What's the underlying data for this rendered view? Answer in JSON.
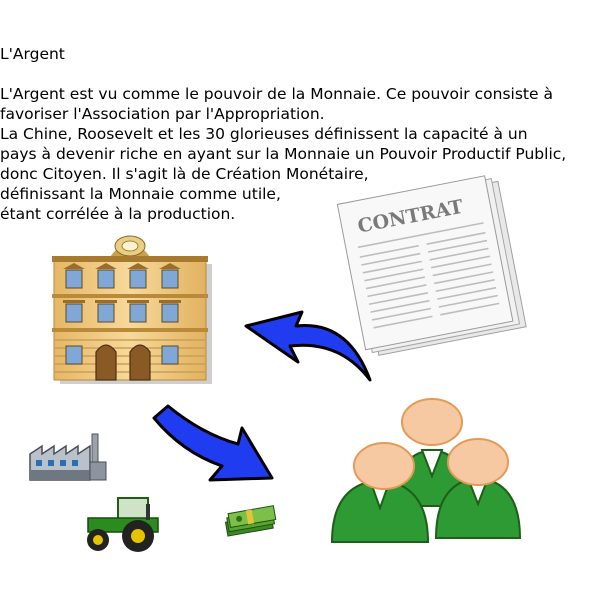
{
  "title": "L'Argent",
  "paragraph_lines": [
    "L'Argent est vu comme le pouvoir de la Monnaie. Ce pouvoir consiste à",
    "favoriser l'Association par l'Appropriation.",
    "La Chine, Roosevelt et les 30 glorieuses définissent la capacité à un",
    "pays à devenir riche en ayant sur la Monnaie un Pouvoir Productif Public,",
    "donc Citoyen. Il s'agit là de Création Monétaire,",
    "définissant la Monnaie comme utile,",
    "étant corrélée à la production."
  ],
  "contract_label": "CONTRAT",
  "colors": {
    "arrow": "#1f3cf0",
    "building": "#f3d189",
    "people_body": "#2e9a33",
    "people_head": "#f6c9a2",
    "tractor": "#2c8b1e",
    "money": "#4a9a2a"
  },
  "icons": [
    "bank-building-icon",
    "contract-document-icon",
    "arrow-up-left-icon",
    "arrow-down-right-icon",
    "factory-icon",
    "tractor-icon",
    "money-icon",
    "citizens-group-icon"
  ]
}
